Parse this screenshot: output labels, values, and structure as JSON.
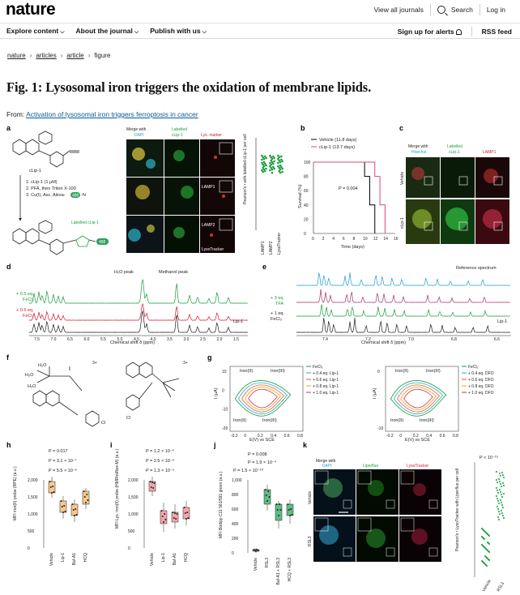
{
  "header": {
    "logo": "nature",
    "view_all": "View all journals",
    "search": "Search",
    "login": "Log in"
  },
  "nav": {
    "explore": "Explore content",
    "about": "About the journal",
    "publish": "Publish with us",
    "alerts": "Sign up for alerts",
    "rss": "RSS feed"
  },
  "breadcrumb": [
    "nature",
    "articles",
    "article",
    "figure"
  ],
  "title": "Fig. 1: Lysosomal iron triggers the oxidation of membrane lipids.",
  "from": {
    "prefix": "From: ",
    "link": "Activation of lysosomal iron triggers ferroptosis in cancer"
  },
  "figure": {
    "panels": {
      "a": "a",
      "b": "b",
      "c": "c",
      "d": "d",
      "e": "e",
      "f": "f",
      "g": "g",
      "h": "h",
      "i": "i",
      "j": "j",
      "k": "k"
    },
    "a": {
      "probe": "cLip-1",
      "step1": "1. cLip-1 (1 µM)",
      "step2": "2. PFA, then Triton X-100",
      "step3": "3. Cu(I), Asc, Alexa-",
      "step3_tag": "488",
      "step3_end": "-N",
      "labelled": "Labelled cLip-1",
      "tag": "488",
      "merge": "Merge with",
      "dapi": "DAPI",
      "labelled_col": "Labelled",
      "labelled_col2": "cLip-1",
      "lys": "Lys. marker",
      "rows": [
        "LAMP1",
        "LAMP2",
        "LysoTracker"
      ],
      "ylabel": "Pearson's r with labelled cLip-1 per cell"
    },
    "b": {
      "legend": [
        "Vehicle (11.8 days)",
        "cLip-1 (13.7 days)"
      ],
      "pval": "P = 0.004",
      "xlabel": "Time (days)",
      "ylabel": "Survival (%)",
      "xticks": [
        "0",
        "2",
        "4",
        "6",
        "8",
        "10",
        "12",
        "14",
        "16"
      ],
      "yticks": [
        "0",
        "20",
        "40",
        "60",
        "80",
        "100"
      ]
    },
    "c": {
      "merge": "Merge with",
      "hoechst": "Hoechst",
      "labelled": "Labelled",
      "labelled2": "cLip-1",
      "lamp": "LAMP1",
      "rows": [
        "Vehicle",
        "cLip-1"
      ]
    },
    "d": {
      "h2o": "H₂O peak",
      "methanol": "Methanol peak",
      "t1": "+ 0.5 eq.",
      "t1b": "FeCl₂",
      "t2": "+ 0.5 eq.",
      "t2b": "FeCl₃",
      "lip": "Lip-1",
      "xlabel": "Chemical shift δ (ppm)",
      "xticks": [
        "7.5",
        "7.0",
        "6.5",
        "6.0",
        "5.5",
        "5.0",
        "4.5",
        "4.0",
        "3.5",
        "3.0",
        "2.5",
        "2.0",
        "1.5"
      ]
    },
    "e": {
      "ref": "Reference spectrum",
      "tfa": "+ 3 eq.",
      "tfa2": "TFA",
      "fe": "+ 1 eq.",
      "fe2": "FeCl₃",
      "lip": "Lip-1",
      "xlabel": "Chemical shift δ (ppm)",
      "xticks": [
        "7.4",
        "7.2",
        "7.0",
        "6.8",
        "6.6"
      ]
    },
    "g": {
      "left_legend": [
        "FeCl₃",
        "+ 0.4 eq. Lip-1",
        "+ 0.6 eq. Lip-1",
        "+ 0.8 eq. Lip-1",
        "+ 1.0 eq. Lip-1"
      ],
      "right_legend": [
        "FeCl₃",
        "+ 0.4 eq. DFO",
        "+ 0.6 eq. DFO",
        "+ 0.8 eq. DFO",
        "+ 1.0 eq. DFO"
      ],
      "iron_top_l": "Iron(II)",
      "iron_top_r": "Iron(III)",
      "iron_bot_l": "Iron(II)",
      "iron_bot_r": "Iron(III)",
      "xlabel": "E(V) vs SCE",
      "ylabel": "I (µA)",
      "xticks": [
        "-0.2",
        "0",
        "0.2",
        "0.4",
        "0.6",
        "0.8"
      ],
      "yticks_l": [
        "10",
        "0",
        "-10",
        "-20"
      ],
      "yticks_r": [
        "0",
        "-10"
      ]
    },
    "h": {
      "ylabel": "MFI iron(II) probe (RPE) (a.u.)",
      "pvals": [
        "P = 0.017",
        "P = 3.1 × 10⁻⁷",
        "P = 5.5 × 10⁻⁶"
      ],
      "yticks": [
        "2,000",
        "1,500",
        "1,000",
        "500",
        "0"
      ],
      "cats": [
        "Vehicle",
        "Lip-1",
        "Baf-A1",
        "HCQ"
      ]
    },
    "i": {
      "ylabel": "MFI Lys. iron(II) probe (HMRhoNox-M) (a.u.)",
      "pvals": [
        "P = 1.2 × 10⁻⁵",
        "P = 2.5 × 10⁻⁶",
        "P = 1.3 × 10⁻⁵"
      ],
      "yticks": [
        "2,000",
        "1,500",
        "1,000",
        "500",
        "0"
      ],
      "cats": [
        "Vehicle",
        "Lip-1",
        "Baf-A1",
        "HCQ"
      ]
    },
    "j": {
      "ylabel": "MFI Bodipy-C11 581/591 green (a.u.)",
      "pvals": [
        "P = 0.008",
        "P = 1.9 × 10⁻⁴",
        "P = 1.5 × 10⁻¹⁰"
      ],
      "yticks": [
        "1,000",
        "800",
        "600",
        "400",
        "200",
        "0"
      ],
      "cats": [
        "Vehicle",
        "RSL3",
        "Baf-A1 + RSL3",
        "HCQ + RSL3"
      ]
    },
    "k": {
      "merge": "Merge with",
      "dapi": "DAPI",
      "liperfluo": "Liperfluo",
      "lyso": "LysoTracker",
      "rows": [
        "Vehicle",
        "RSL3"
      ],
      "pval": "P < 10⁻¹⁵",
      "ylabel": "Pearson's r LysoTracker with Liperfluo per cell",
      "cats": [
        "Vehicle",
        "RSL3"
      ]
    },
    "f": {
      "charge": "3+",
      "h2o": "H₂O"
    }
  },
  "colors": {
    "green": "#1a9c3e",
    "red": "#d4182c",
    "blue": "#1e9fd0",
    "orange": "#f08a1c",
    "link": "#0a5b99"
  }
}
